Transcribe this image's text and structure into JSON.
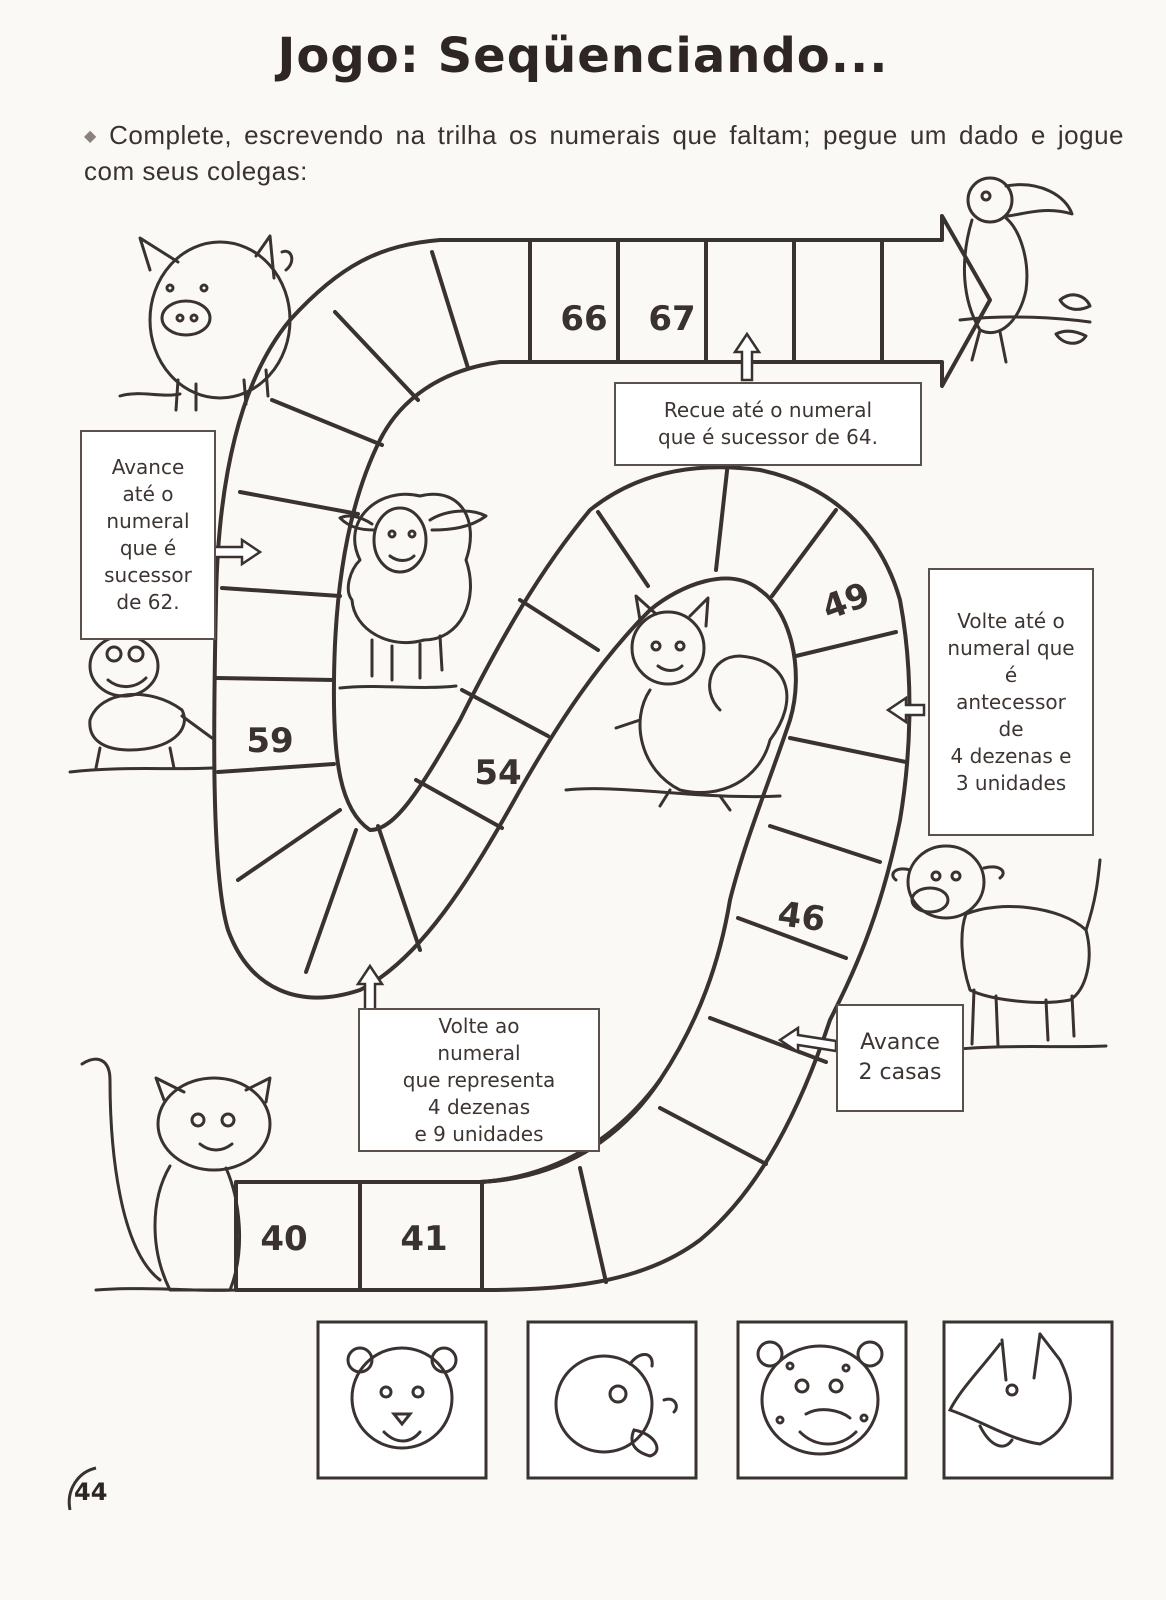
{
  "title": "Jogo: Seqüenciando...",
  "instruction": "Complete, escrevendo na trilha os numerais que faltam; pegue um dado e jogue com seus colegas:",
  "track_numbers": {
    "n40": "40",
    "n41": "41",
    "n46": "46",
    "n49": "49",
    "n54": "54",
    "n59": "59",
    "n66": "66",
    "n67": "67"
  },
  "notes": {
    "recue": "Recue até o numeral\nque é sucessor de 64.",
    "avance62": "Avance\naté o\nnumeral\nque é\nsucessor\nde 62.",
    "volte_antecessor": "Volte até o\nnumeral que\né\nantecessor\nde\n4 dezenas e\n3 unidades",
    "volte49": "Volte ao\nnumeral\nque representa\n4 dezenas\ne 9 unidades",
    "avance2": "Avance\n2 casas"
  },
  "page_number": "44",
  "colors": {
    "ink": "#3a3230",
    "paper": "#fbf9f6",
    "track_fill": "#ffffff"
  },
  "animals": [
    "pig",
    "toucan",
    "sheep",
    "turtle",
    "squirrel",
    "cow",
    "cat",
    "lion",
    "chick",
    "leopard",
    "wolf"
  ]
}
